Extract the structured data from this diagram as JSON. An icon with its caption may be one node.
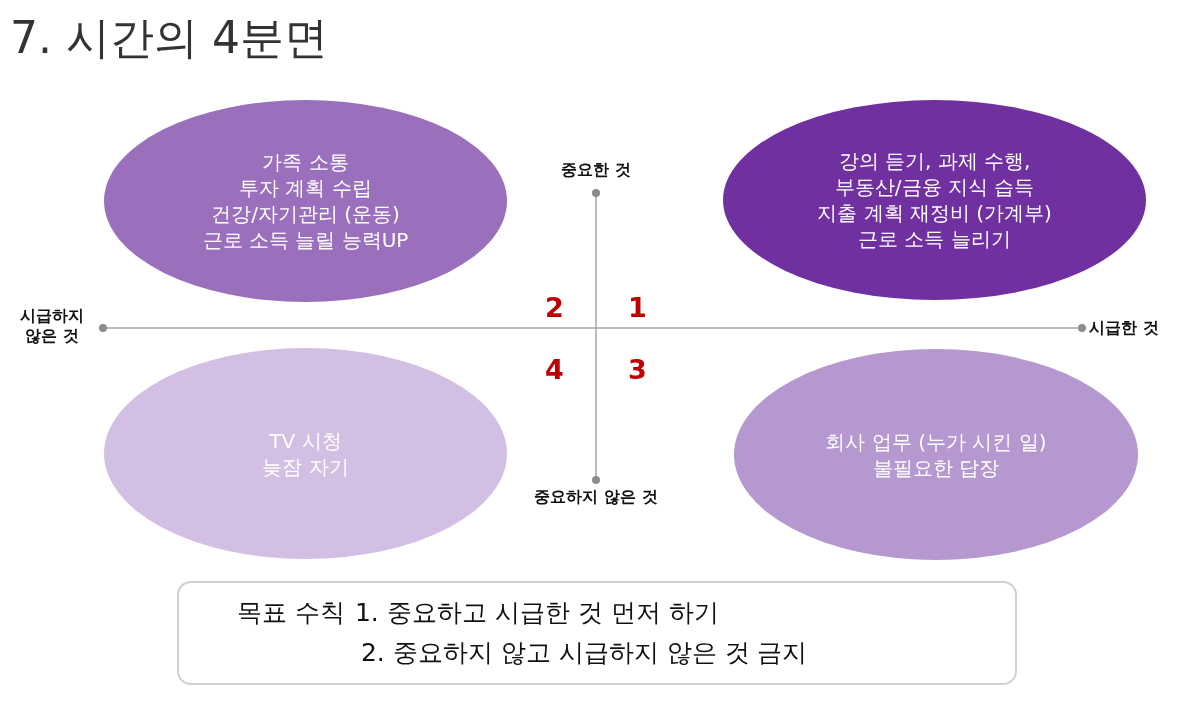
{
  "diagram": {
    "title": "7. 시간의 4분면",
    "nodes": [
      {
        "text": [
          "가족 소통",
          "투자 계획 수립",
          "건강/자기관리 (운동)",
          "근로 소득 늘릴 능력UP"
        ]
      },
      {
        "text": [
          "강의 듣기, 과제 수행,",
          "부동산/금융 지식 습득",
          "지출 계획 재정비 (가계부)",
          "근로 소득 늘리기"
        ]
      },
      {
        "text": [
          "TV 시청",
          "늦잠 자기"
        ]
      },
      {
        "text": [
          "회사 업무 (누가 시킨 일)",
          "불필요한 답장"
        ]
      },
      {
        "text": [
          "목표 수칙",
          "1. 중요하고 시급한 것 먼저 하기",
          "2. 중요하지 않고 시급하지 않은 것 금지"
        ]
      }
    ],
    "edges": [],
    "labels": [
      "중요한 것",
      "시급하지 않은 것",
      "2",
      "1",
      "시급한 것",
      "4",
      "3",
      "중요하지 않은 것"
    ]
  }
}
